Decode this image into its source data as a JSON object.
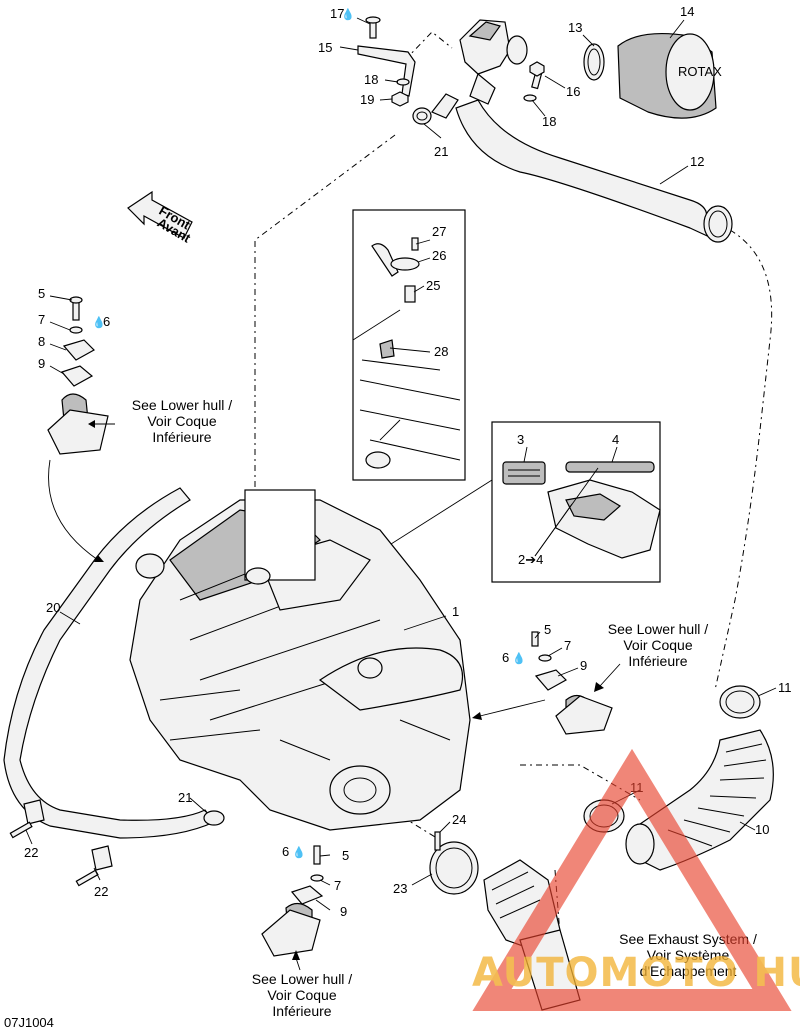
{
  "diagram_id": "07J1004",
  "front_arrow": {
    "line1": "Front",
    "line2": "Avant"
  },
  "filter_brand": "ROTAX",
  "callouts": {
    "c1": "1",
    "c2to4": "2➔4",
    "c3": "3",
    "c4": "4",
    "c5a": "5",
    "c5b": "5",
    "c5c": "5",
    "c6a": "6",
    "c6b": "6",
    "c6c": "6",
    "c7a": "7",
    "c7b": "7",
    "c7c": "7",
    "c8": "8",
    "c9a": "9",
    "c9b": "9",
    "c9c": "9",
    "c10": "10",
    "c11a": "11",
    "c11b": "11",
    "c12": "12",
    "c13": "13",
    "c14": "14",
    "c15": "15",
    "c16": "16",
    "c17": "17",
    "c18a": "18",
    "c18b": "18",
    "c19": "19",
    "c20": "20",
    "c21a": "21",
    "c21b": "21",
    "c22a": "22",
    "c22b": "22",
    "c23": "23",
    "c24": "24",
    "c25": "25",
    "c26": "26",
    "c27": "27",
    "c28": "28"
  },
  "notes": {
    "lower_hull_left": [
      "See Lower hull /",
      "Voir Coque",
      "Inférieure"
    ],
    "lower_hull_right": [
      "See Lower hull /",
      "Voir Coque",
      "Inférieure"
    ],
    "lower_hull_bottom": [
      "See Lower hull /",
      "Voir Coque",
      "Inférieure"
    ],
    "exhaust": [
      "See Exhaust System /",
      "Voir Système",
      "d'Echappement"
    ]
  },
  "watermark": {
    "text": "AUTOMOTO HUB",
    "color": "#e8412c",
    "text_color": "#f2b233"
  }
}
